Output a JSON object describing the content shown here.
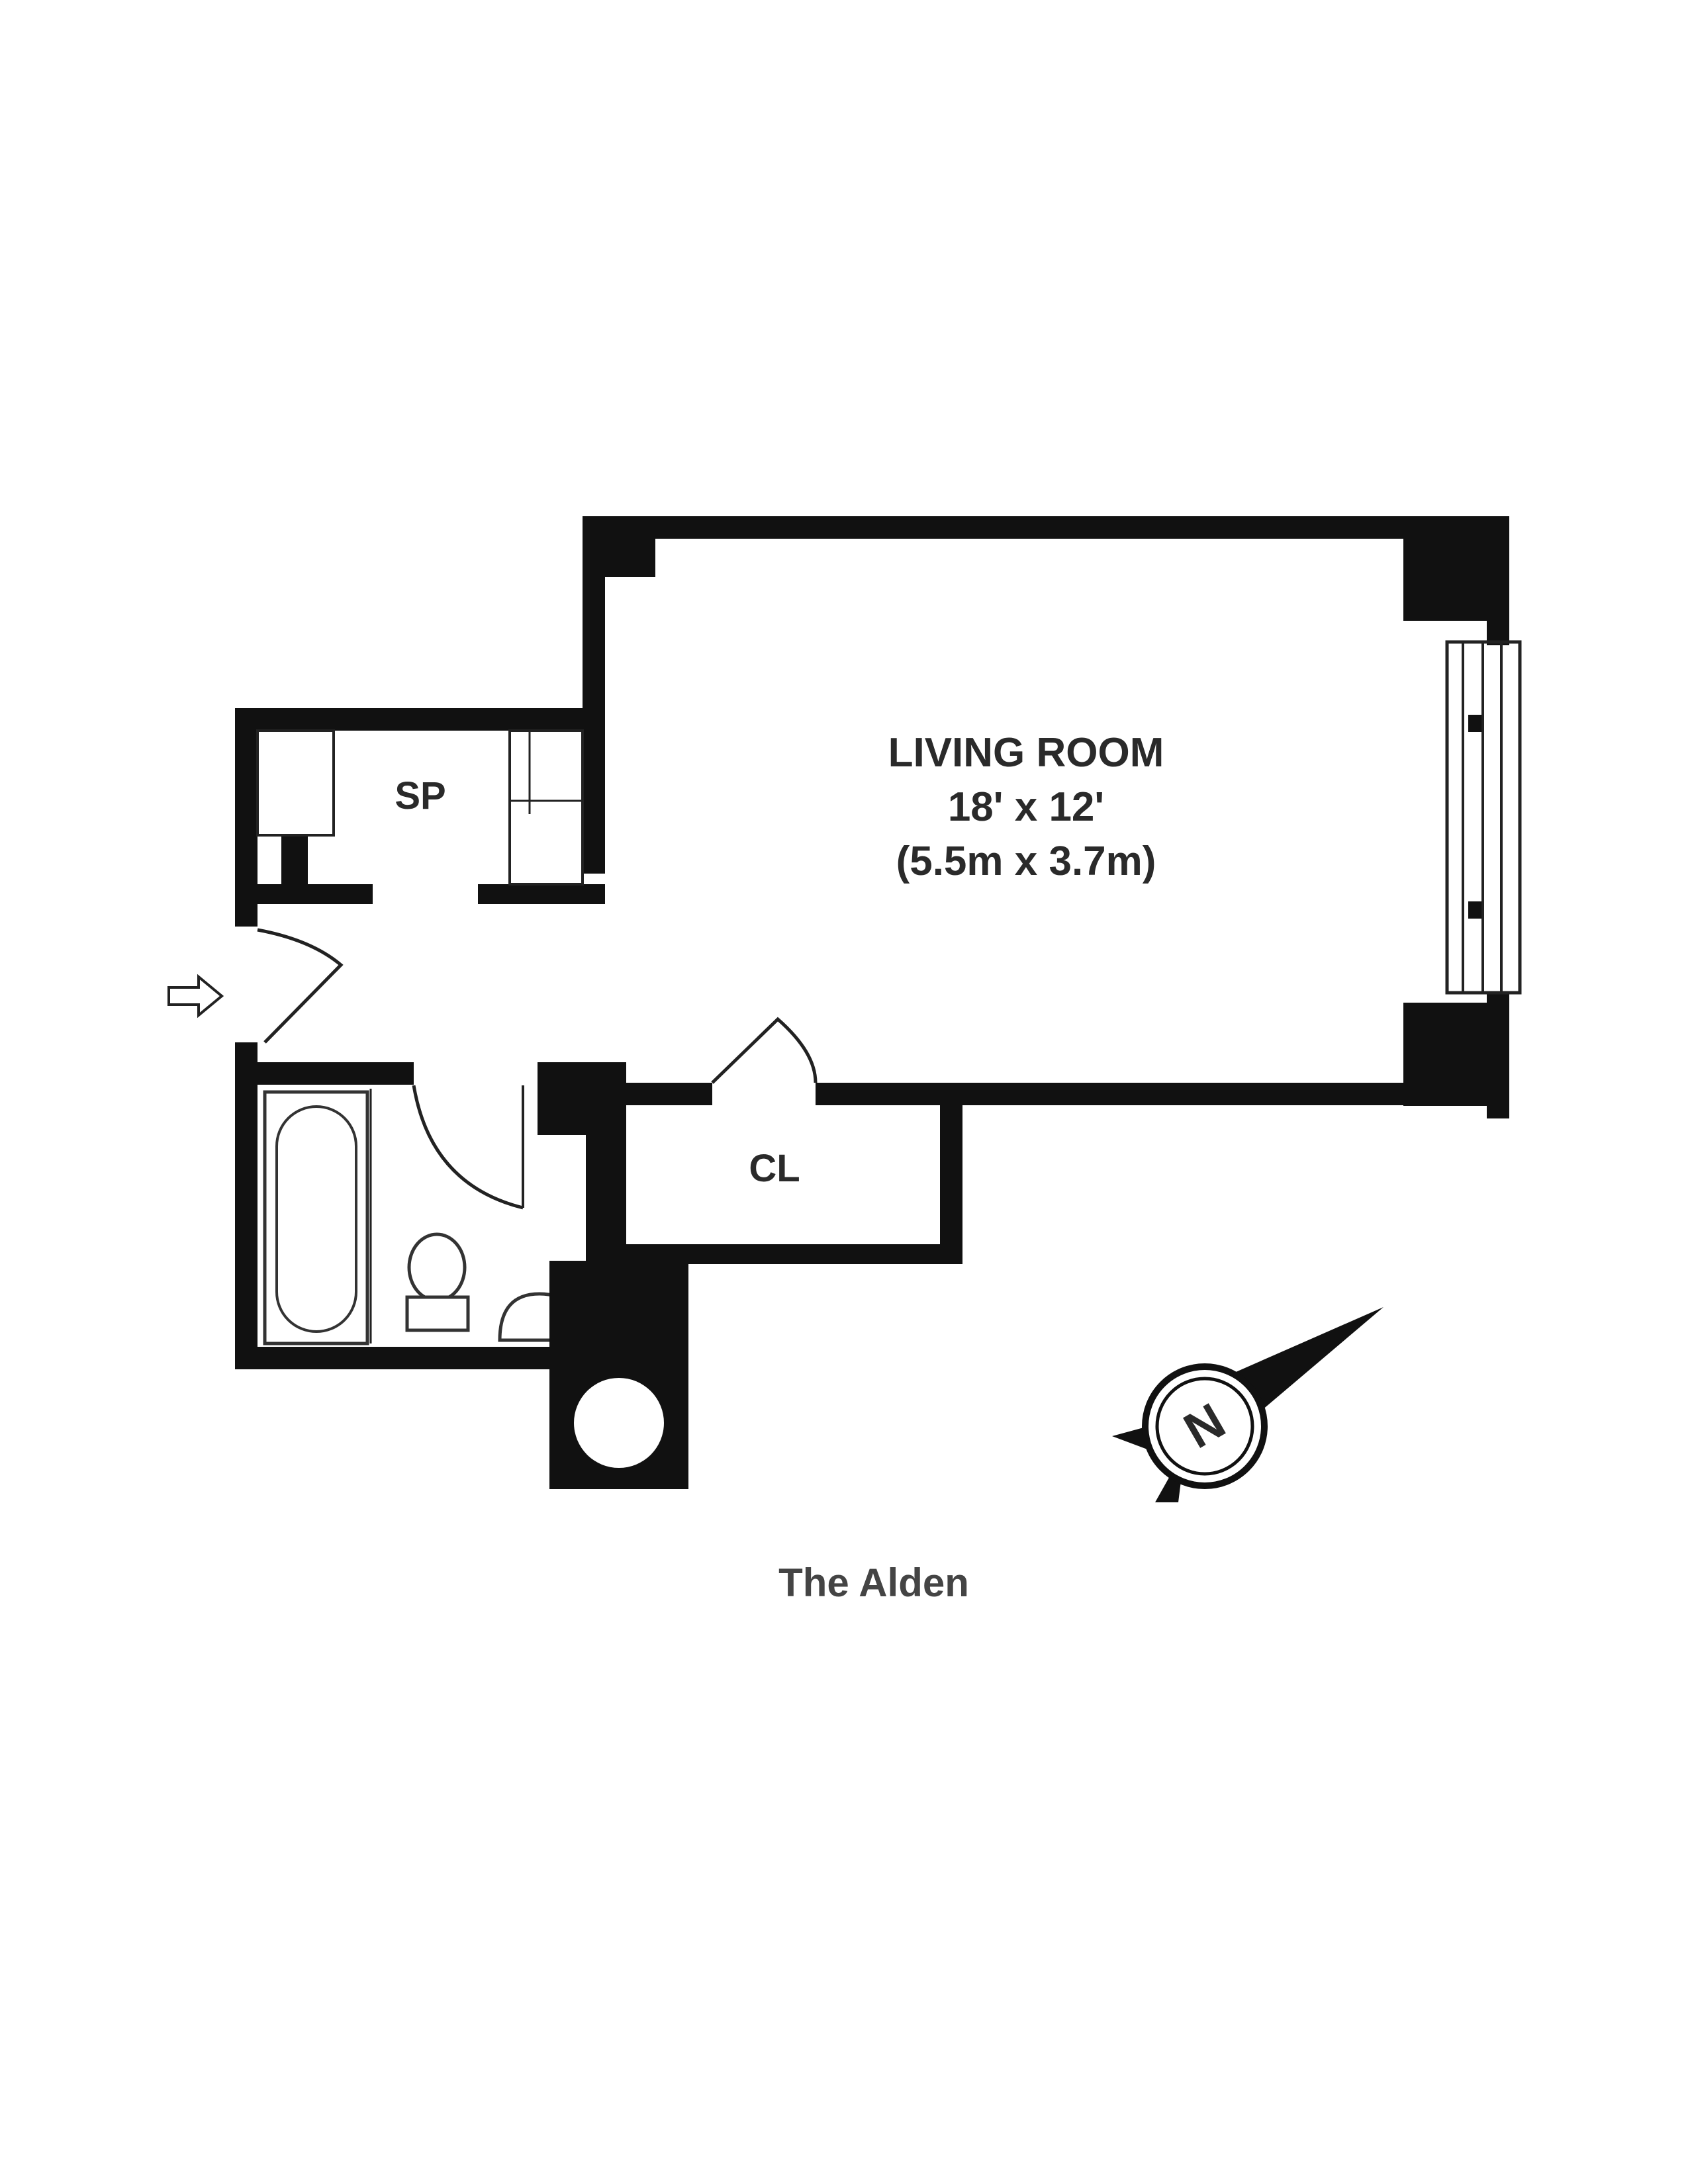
{
  "plan": {
    "rooms": {
      "living_room": {
        "name": "LIVING ROOM",
        "size_ft": "18' x 12'",
        "size_m": "(5.5m x 3.7m)"
      },
      "sp": {
        "name": "SP"
      },
      "cl": {
        "name": "CL"
      }
    },
    "compass": {
      "letter": "N"
    },
    "caption": "The Alden"
  },
  "colors": {
    "wall": "#111111",
    "background": "#ffffff",
    "text": "#2a2a2a"
  },
  "icons": {
    "entry": "arrow-right-icon",
    "compass": "north-arrow-icon"
  }
}
